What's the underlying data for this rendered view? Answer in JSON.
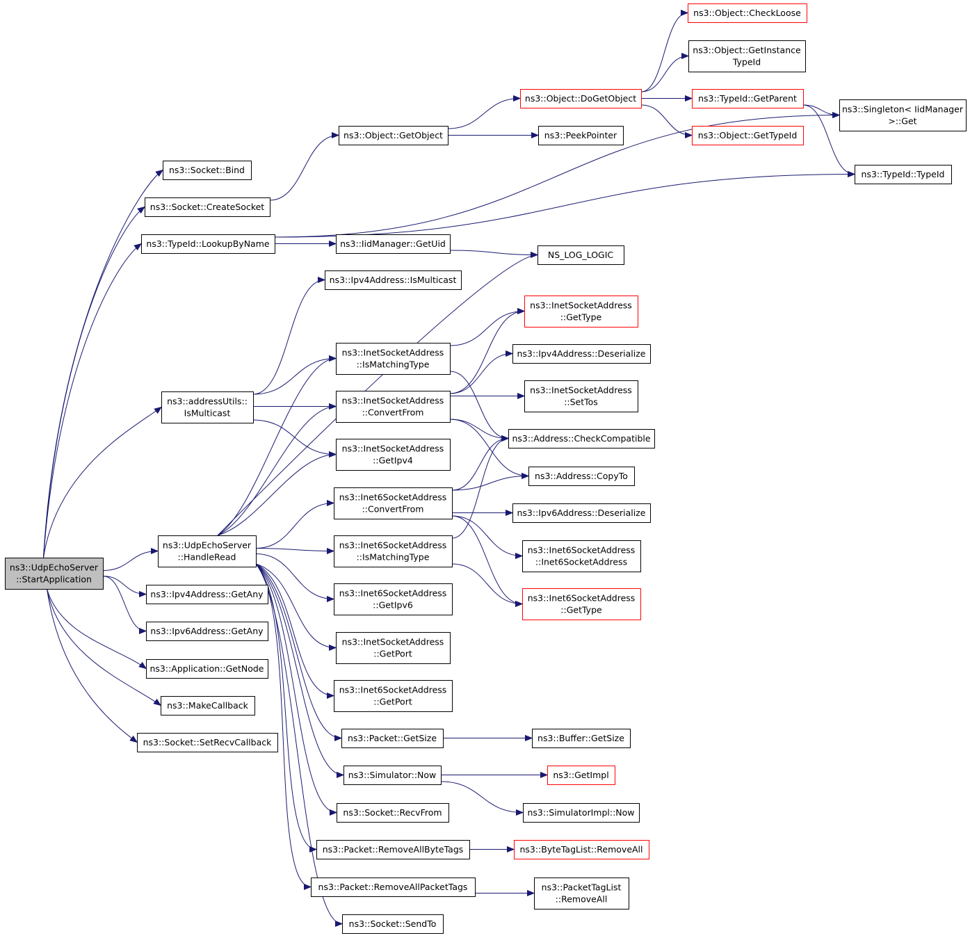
{
  "graph": {
    "colors": {
      "edge": "#191970",
      "normal_border": "#000000",
      "truncated_border": "#ff0000",
      "root_fill": "#bfbfbf"
    },
    "nodes": [
      {
        "id": "root",
        "lines": [
          "ns3::UdpEchoServer",
          "::StartApplication"
        ],
        "style": "root"
      },
      {
        "id": "bind",
        "lines": [
          "ns3::Socket::Bind"
        ]
      },
      {
        "id": "createSocket",
        "lines": [
          "ns3::Socket::CreateSocket"
        ]
      },
      {
        "id": "lookupByName",
        "lines": [
          "ns3::TypeId::LookupByName"
        ]
      },
      {
        "id": "addrUtilsIsMulticast",
        "lines": [
          "ns3::addressUtils::",
          "IsMulticast"
        ]
      },
      {
        "id": "handleRead",
        "lines": [
          "ns3::UdpEchoServer",
          "::HandleRead"
        ]
      },
      {
        "id": "ipv4GetAny",
        "lines": [
          "ns3::Ipv4Address::GetAny"
        ]
      },
      {
        "id": "ipv6GetAny",
        "lines": [
          "ns3::Ipv6Address::GetAny"
        ]
      },
      {
        "id": "appGetNode",
        "lines": [
          "ns3::Application::GetNode"
        ]
      },
      {
        "id": "makeCallback",
        "lines": [
          "ns3::MakeCallback"
        ]
      },
      {
        "id": "setRecvCallback",
        "lines": [
          "ns3::Socket::SetRecvCallback"
        ]
      },
      {
        "id": "objGetObject",
        "lines": [
          "ns3::Object::GetObject"
        ]
      },
      {
        "id": "iidGetUid",
        "lines": [
          "ns3::IidManager::GetUid"
        ]
      },
      {
        "id": "ipv4IsMulticast",
        "lines": [
          "ns3::Ipv4Address::IsMulticast"
        ]
      },
      {
        "id": "inetIsMatching",
        "lines": [
          "ns3::InetSocketAddress",
          "::IsMatchingType"
        ]
      },
      {
        "id": "inetConvertFrom",
        "lines": [
          "ns3::InetSocketAddress",
          "::ConvertFrom"
        ]
      },
      {
        "id": "inetGetIpv4",
        "lines": [
          "ns3::InetSocketAddress",
          "::GetIpv4"
        ]
      },
      {
        "id": "inet6ConvertFrom",
        "lines": [
          "ns3::Inet6SocketAddress",
          "::ConvertFrom"
        ]
      },
      {
        "id": "inet6IsMatching",
        "lines": [
          "ns3::Inet6SocketAddress",
          "::IsMatchingType"
        ]
      },
      {
        "id": "inet6GetIpv6",
        "lines": [
          "ns3::Inet6SocketAddress",
          "::GetIpv6"
        ]
      },
      {
        "id": "inetGetPort",
        "lines": [
          "ns3::InetSocketAddress",
          "::GetPort"
        ]
      },
      {
        "id": "inet6GetPort",
        "lines": [
          "ns3::Inet6SocketAddress",
          "::GetPort"
        ]
      },
      {
        "id": "packetGetSize",
        "lines": [
          "ns3::Packet::GetSize"
        ]
      },
      {
        "id": "simNow",
        "lines": [
          "ns3::Simulator::Now"
        ]
      },
      {
        "id": "recvFrom",
        "lines": [
          "ns3::Socket::RecvFrom"
        ]
      },
      {
        "id": "removeByteTags",
        "lines": [
          "ns3::Packet::RemoveAllByteTags"
        ]
      },
      {
        "id": "removePacketTags",
        "lines": [
          "ns3::Packet::RemoveAllPacketTags"
        ]
      },
      {
        "id": "sendTo",
        "lines": [
          "ns3::Socket::SendTo"
        ]
      },
      {
        "id": "checkLoose",
        "lines": [
          "ns3::Object::CheckLoose"
        ],
        "style": "trunc"
      },
      {
        "id": "getInstanceTypeId",
        "lines": [
          "ns3::Object::GetInstance",
          "TypeId"
        ]
      },
      {
        "id": "doGetObject",
        "lines": [
          "ns3::Object::DoGetObject"
        ],
        "style": "trunc"
      },
      {
        "id": "peekPointer",
        "lines": [
          "ns3::PeekPointer"
        ]
      },
      {
        "id": "typeIdGetParent",
        "lines": [
          "ns3::TypeId::GetParent"
        ],
        "style": "trunc"
      },
      {
        "id": "objGetTypeId",
        "lines": [
          "ns3::Object::GetTypeId"
        ],
        "style": "trunc"
      },
      {
        "id": "singletonGet",
        "lines": [
          "ns3::Singleton< IidManager",
          " >::Get"
        ]
      },
      {
        "id": "typeIdTypeId",
        "lines": [
          "ns3::TypeId::TypeId"
        ]
      },
      {
        "id": "nsLogLogic",
        "lines": [
          "NS_LOG_LOGIC"
        ]
      },
      {
        "id": "inetGetType",
        "lines": [
          "ns3::InetSocketAddress",
          "::GetType"
        ],
        "style": "trunc"
      },
      {
        "id": "ipv4Deserialize",
        "lines": [
          "ns3::Ipv4Address::Deserialize"
        ]
      },
      {
        "id": "inetSetTos",
        "lines": [
          "ns3::InetSocketAddress",
          "::SetTos"
        ]
      },
      {
        "id": "addrCheckCompat",
        "lines": [
          "ns3::Address::CheckCompatible"
        ]
      },
      {
        "id": "addrCopyTo",
        "lines": [
          "ns3::Address::CopyTo"
        ]
      },
      {
        "id": "ipv6Deserialize",
        "lines": [
          "ns3::Ipv6Address::Deserialize"
        ]
      },
      {
        "id": "inet6Ctor",
        "lines": [
          "ns3::Inet6SocketAddress",
          "::Inet6SocketAddress"
        ]
      },
      {
        "id": "inet6GetType",
        "lines": [
          "ns3::Inet6SocketAddress",
          "::GetType"
        ],
        "style": "trunc"
      },
      {
        "id": "bufferGetSize",
        "lines": [
          "ns3::Buffer::GetSize"
        ]
      },
      {
        "id": "getImpl",
        "lines": [
          "ns3::GetImpl"
        ],
        "style": "trunc"
      },
      {
        "id": "simImplNow",
        "lines": [
          "ns3::SimulatorImpl::Now"
        ]
      },
      {
        "id": "byteTagListRemoveAll",
        "lines": [
          "ns3::ByteTagList::RemoveAll"
        ],
        "style": "trunc"
      },
      {
        "id": "packetTagListRemoveAll",
        "lines": [
          "ns3::PacketTagList",
          "::RemoveAll"
        ]
      }
    ],
    "edges": [
      [
        "root",
        "bind"
      ],
      [
        "root",
        "createSocket"
      ],
      [
        "root",
        "lookupByName"
      ],
      [
        "root",
        "addrUtilsIsMulticast"
      ],
      [
        "root",
        "handleRead"
      ],
      [
        "root",
        "ipv4GetAny"
      ],
      [
        "root",
        "ipv6GetAny"
      ],
      [
        "root",
        "appGetNode"
      ],
      [
        "root",
        "makeCallback"
      ],
      [
        "root",
        "setRecvCallback"
      ],
      [
        "createSocket",
        "objGetObject"
      ],
      [
        "lookupByName",
        "singletonGet"
      ],
      [
        "lookupByName",
        "typeIdTypeId"
      ],
      [
        "lookupByName",
        "iidGetUid"
      ],
      [
        "addrUtilsIsMulticast",
        "ipv4IsMulticast"
      ],
      [
        "addrUtilsIsMulticast",
        "inetIsMatching"
      ],
      [
        "addrUtilsIsMulticast",
        "inetConvertFrom"
      ],
      [
        "addrUtilsIsMulticast",
        "inetGetIpv4"
      ],
      [
        "handleRead",
        "nsLogLogic"
      ],
      [
        "handleRead",
        "inetIsMatching"
      ],
      [
        "handleRead",
        "inetConvertFrom"
      ],
      [
        "handleRead",
        "inetGetIpv4"
      ],
      [
        "handleRead",
        "inet6ConvertFrom"
      ],
      [
        "handleRead",
        "inet6IsMatching"
      ],
      [
        "handleRead",
        "inet6GetIpv6"
      ],
      [
        "handleRead",
        "inetGetPort"
      ],
      [
        "handleRead",
        "inet6GetPort"
      ],
      [
        "handleRead",
        "packetGetSize"
      ],
      [
        "handleRead",
        "simNow"
      ],
      [
        "handleRead",
        "recvFrom"
      ],
      [
        "handleRead",
        "removeByteTags"
      ],
      [
        "handleRead",
        "removePacketTags"
      ],
      [
        "handleRead",
        "sendTo"
      ],
      [
        "objGetObject",
        "doGetObject"
      ],
      [
        "objGetObject",
        "peekPointer"
      ],
      [
        "doGetObject",
        "checkLoose"
      ],
      [
        "doGetObject",
        "getInstanceTypeId"
      ],
      [
        "doGetObject",
        "typeIdGetParent"
      ],
      [
        "doGetObject",
        "objGetTypeId"
      ],
      [
        "typeIdGetParent",
        "singletonGet"
      ],
      [
        "typeIdGetParent",
        "typeIdTypeId"
      ],
      [
        "iidGetUid",
        "nsLogLogic"
      ],
      [
        "inetIsMatching",
        "inetGetType"
      ],
      [
        "inetIsMatching",
        "addrCheckCompat"
      ],
      [
        "inetConvertFrom",
        "inetGetType"
      ],
      [
        "inetConvertFrom",
        "ipv4Deserialize"
      ],
      [
        "inetConvertFrom",
        "inetSetTos"
      ],
      [
        "inetConvertFrom",
        "addrCheckCompat"
      ],
      [
        "inetConvertFrom",
        "addrCopyTo"
      ],
      [
        "inet6ConvertFrom",
        "addrCheckCompat"
      ],
      [
        "inet6ConvertFrom",
        "addrCopyTo"
      ],
      [
        "inet6ConvertFrom",
        "ipv6Deserialize"
      ],
      [
        "inet6ConvertFrom",
        "inet6Ctor"
      ],
      [
        "inet6ConvertFrom",
        "inet6GetType"
      ],
      [
        "inet6IsMatching",
        "addrCheckCompat"
      ],
      [
        "inet6IsMatching",
        "inet6GetType"
      ],
      [
        "packetGetSize",
        "bufferGetSize"
      ],
      [
        "simNow",
        "getImpl"
      ],
      [
        "simNow",
        "simImplNow"
      ],
      [
        "removeByteTags",
        "byteTagListRemoveAll"
      ],
      [
        "removePacketTags",
        "packetTagListRemoveAll"
      ]
    ]
  }
}
